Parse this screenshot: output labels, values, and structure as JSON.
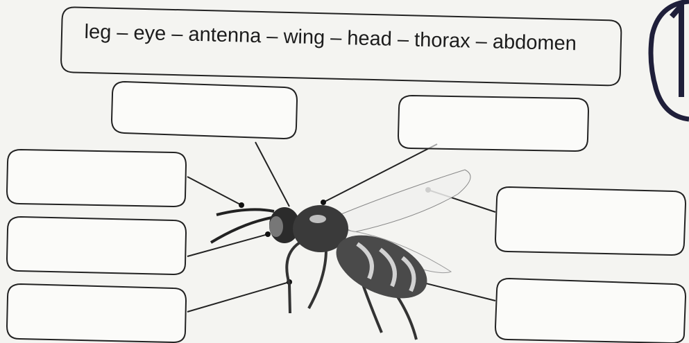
{
  "word_bank": {
    "words": "leg – eye – antenna – wing – head – thorax – abdomen"
  },
  "answer_boxes": [
    {
      "id": "top-left",
      "value": ""
    },
    {
      "id": "top-right",
      "value": ""
    },
    {
      "id": "left-1",
      "value": ""
    },
    {
      "id": "left-2",
      "value": ""
    },
    {
      "id": "left-3",
      "value": ""
    },
    {
      "id": "right-1",
      "value": ""
    },
    {
      "id": "right-2",
      "value": ""
    }
  ],
  "page_number": "1"
}
